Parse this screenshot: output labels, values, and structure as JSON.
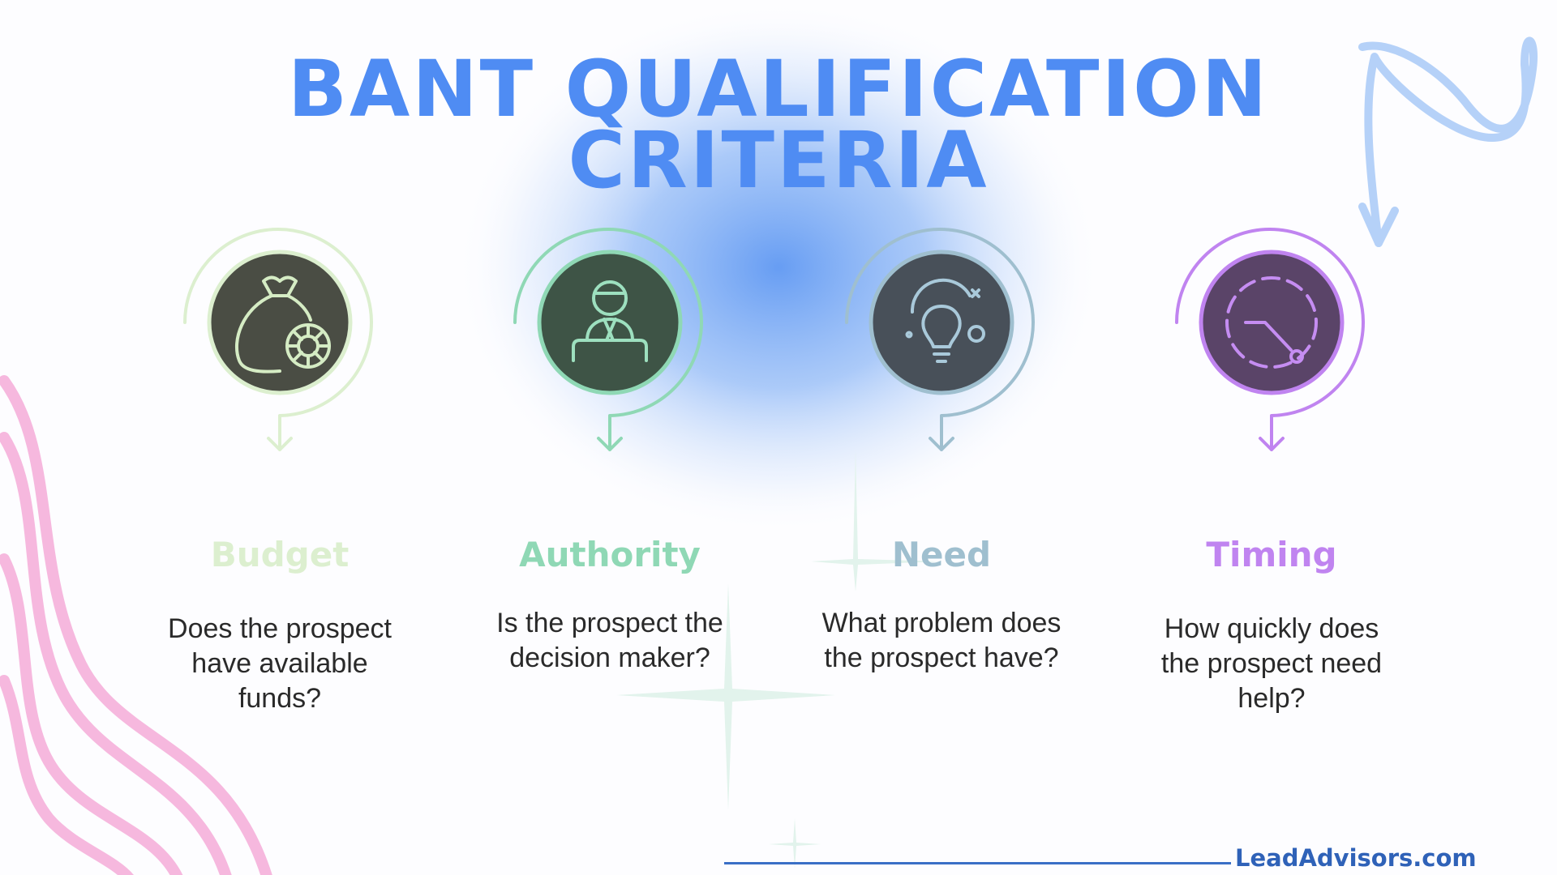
{
  "title": {
    "line1": "BANT QUALIFICATION",
    "line2": "CRITERIA"
  },
  "criteria": [
    {
      "label": "Budget",
      "description": "Does the prospect have available funds?",
      "icon": "money-bag-icon",
      "color": "#dcefcf",
      "iconStroke": "#d5ecc4",
      "circleFill": "#4a4d44"
    },
    {
      "label": "Authority",
      "description": "Is the prospect the decision maker?",
      "icon": "person-at-desk-icon",
      "color": "#8fd8b5",
      "iconStroke": "#9de0bf",
      "circleFill": "#3e5446"
    },
    {
      "label": "Need",
      "description": "What problem does the prospect have?",
      "icon": "lightbulb-icon",
      "color": "#9fbfcf",
      "iconStroke": "#a9c9da",
      "circleFill": "#485059"
    },
    {
      "label": "Timing",
      "description": "How quickly does the prospect need help?",
      "icon": "clock-icon",
      "color": "#c084f0",
      "iconStroke": "#c58df2",
      "circleFill": "#5a4468"
    }
  ],
  "footer": {
    "brand": "LeadAdvisors.com"
  }
}
